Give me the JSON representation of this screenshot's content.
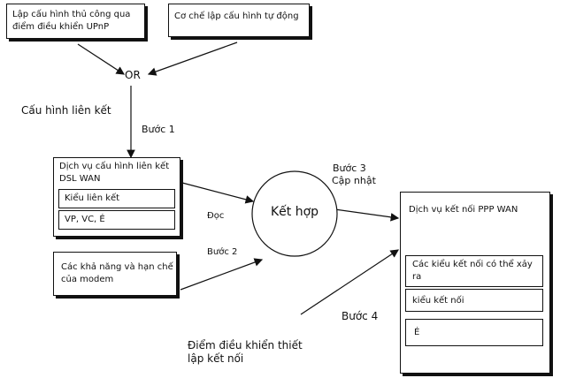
{
  "boxes": {
    "manual": "Lập cấu hình thủ công qua điểm điều khiển UPnP",
    "auto": "Cơ chế lập cấu hình tự động",
    "dsl_title": "Dịch vụ cấu hình liên kết DSL WAN",
    "dsl_item1": "Kiểu liên kết",
    "dsl_item2": "VP, VC, É",
    "modem": "Các khả năng và hạn chế của modem",
    "ppp_title": "Dịch vụ kết nối PPP WAN",
    "ppp_item1": "Các kiểu kết nối có thể xảy ra",
    "ppp_item2": "kiểu kết nối",
    "ppp_item3": "É"
  },
  "labels": {
    "or": "OR",
    "cau_hinh": "Cấu hình liên kết",
    "buoc1": "Bước 1",
    "buoc2": "Bước 2",
    "buoc3": "Bước 3",
    "cap_nhat": "Cập nhật",
    "buoc4": "Bước 4",
    "doc": "Đọc",
    "ket_hop": "Kết hợp",
    "diem_dk": "Điểm điều khiển thiết lập kết nối"
  }
}
